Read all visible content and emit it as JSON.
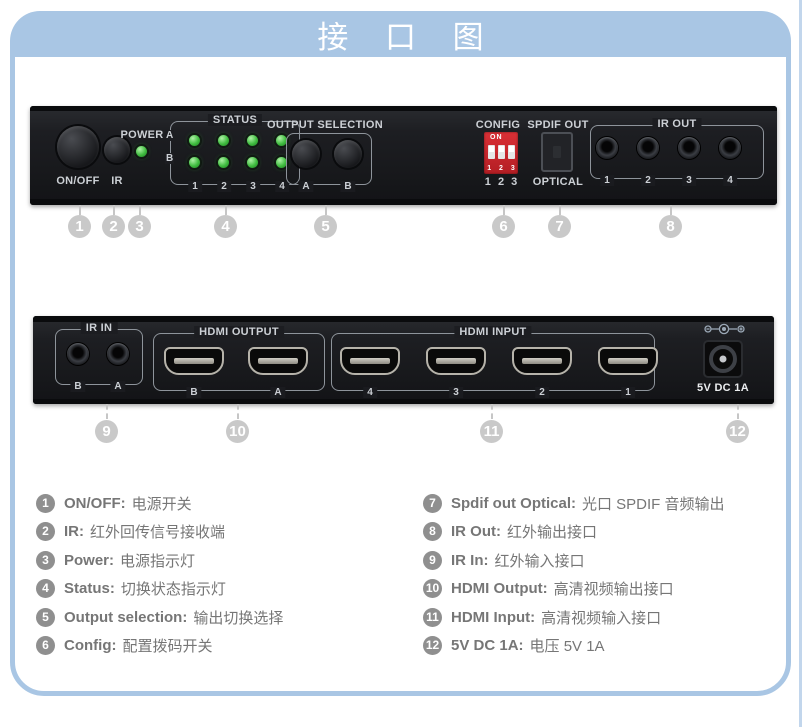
{
  "page": {
    "title": "接 口 图"
  },
  "colors": {
    "accent_blue": "#a9c6e4",
    "device_black": "#1b1c20",
    "led_green": "#3fbc3f",
    "dip_red": "#c8262c",
    "callout_gray": "#c9c9c9",
    "legend_gray": "#8f8f8f",
    "panel_text": "#ccd0d5"
  },
  "front_panel": {
    "on_off_label": "ON/OFF",
    "ir_label": "IR",
    "power_label": "POWER",
    "status": {
      "label": "STATUS",
      "row_labels": [
        "A",
        "B"
      ],
      "col_labels": [
        "1",
        "2",
        "3",
        "4"
      ]
    },
    "output_selection": {
      "label": "OUTPUT SELECTION",
      "button_labels": [
        "A",
        "B"
      ]
    },
    "config": {
      "label": "CONFIG",
      "dip_on": "ON",
      "dip_numbers": "1 2 3",
      "panel_numbers": "1 2 3"
    },
    "spdif": {
      "label": "SPDIF OUT",
      "sublabel": "OPTICAL"
    },
    "ir_out": {
      "label": "IR OUT",
      "port_labels": [
        "1",
        "2",
        "3",
        "4"
      ]
    }
  },
  "back_panel": {
    "ir_in": {
      "label": "IR IN",
      "port_labels": [
        "B",
        "A"
      ]
    },
    "hdmi_output": {
      "label": "HDMI OUTPUT",
      "port_labels": [
        "B",
        "A"
      ]
    },
    "hdmi_input": {
      "label": "HDMI INPUT",
      "port_labels": [
        "4",
        "3",
        "2",
        "1"
      ]
    },
    "dc_power": {
      "label": "5V DC 1A"
    }
  },
  "callouts": {
    "front": [
      "1",
      "2",
      "3",
      "4",
      "5",
      "6",
      "7",
      "8"
    ],
    "back": [
      "9",
      "10",
      "11",
      "12"
    ]
  },
  "legend": {
    "left": [
      {
        "num": "1",
        "en": "ON/OFF:",
        "zh": "电源开关"
      },
      {
        "num": "2",
        "en": "IR:",
        "zh": "红外回传信号接收端"
      },
      {
        "num": "3",
        "en": "Power:",
        "zh": "电源指示灯"
      },
      {
        "num": "4",
        "en": "Status:",
        "zh": "切换状态指示灯"
      },
      {
        "num": "5",
        "en": "Output selection:",
        "zh": "输出切换选择"
      },
      {
        "num": "6",
        "en": "Config:",
        "zh": "配置拨码开关"
      }
    ],
    "right": [
      {
        "num": "7",
        "en": "Spdif out Optical:",
        "zh": "光口 SPDIF 音频输出"
      },
      {
        "num": "8",
        "en": "IR Out:",
        "zh": "红外输出接口"
      },
      {
        "num": "9",
        "en": "IR In:",
        "zh": "红外输入接口"
      },
      {
        "num": "10",
        "en": "HDMI Output:",
        "zh": "高清视频输出接口"
      },
      {
        "num": "11",
        "en": "HDMI Input:",
        "zh": "高清视频输入接口"
      },
      {
        "num": "12",
        "en": "5V DC 1A:",
        "zh": "电压 5V 1A"
      }
    ]
  }
}
